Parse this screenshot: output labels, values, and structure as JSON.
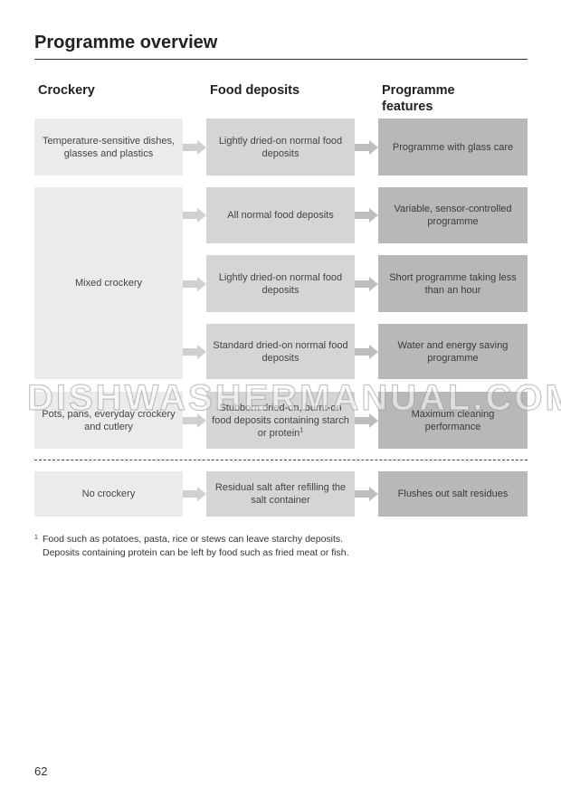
{
  "title": "Programme overview",
  "columns": {
    "crockery": "Crockery",
    "food_deposits": "Food deposits",
    "programme_features": "Programme\nfeatures"
  },
  "crockery": [
    "Temperature-sensitive dishes, glasses and plastics",
    "Mixed crockery",
    "Pots, pans, everyday crockery and cutlery",
    "No crockery"
  ],
  "food": [
    "Lightly dried-on normal food deposits",
    "All normal food deposits",
    "Lightly dried-on normal food deposits",
    "Standard dried-on normal food deposits",
    "Stubborn dried-on, burnt-on food deposits containing starch or protein",
    "Residual salt after refilling the salt container"
  ],
  "food_footnote_marker": "1",
  "programmes": [
    "Programme with glass care",
    "Variable, sensor-controlled programme",
    "Short programme taking less than an hour",
    "Water and energy saving programme",
    "Maximum cleaning performance",
    "Flushes out salt residues"
  ],
  "footnote": {
    "marker": "1",
    "line1": "Food such as potatoes, pasta, rice or stews can leave starchy deposits.",
    "line2": "Deposits containing protein can be left by food such as fried meat or fish."
  },
  "watermark": "DISHWASHERMANUAL.COM",
  "page_number": "62",
  "colors": {
    "crockery_box": "#ebebeb",
    "food_box": "#d5d5d5",
    "programme_box": "#b8b8b8"
  }
}
